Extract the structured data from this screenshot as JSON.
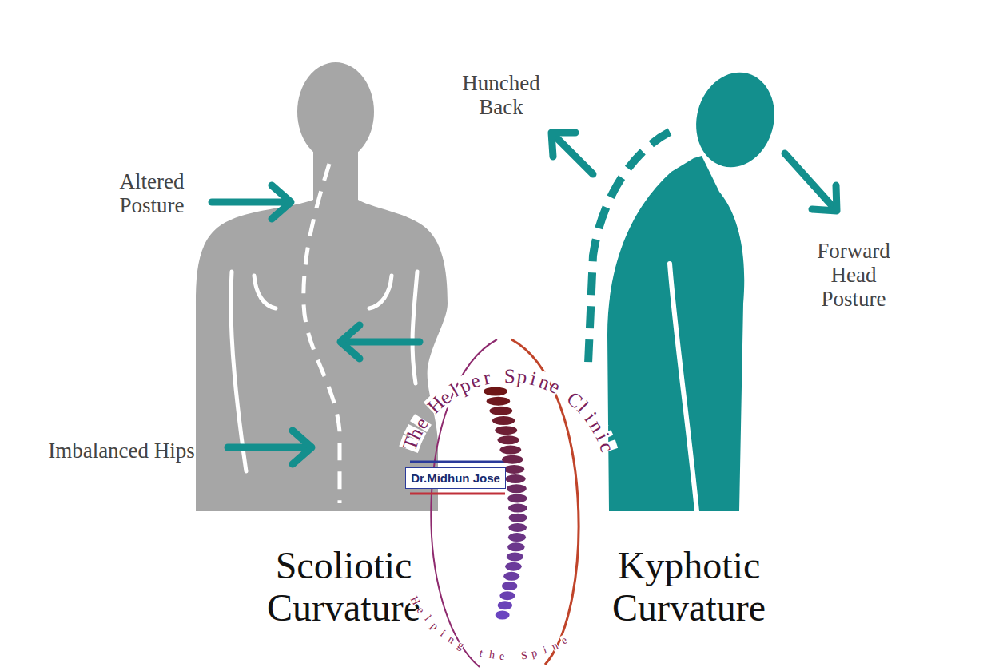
{
  "diagram": {
    "nodes": [
      {
        "text": [
          "Dr.Midhun Jose"
        ]
      }
    ],
    "labels": [
      "Hunched Back",
      "Altered Posture",
      "Forward Head Posture",
      "Imbalanced Hips",
      "Scoliotic Curvature",
      "Kyphotic Curvature",
      "The Helper Spine Clinic",
      "Helping the Spine"
    ]
  }
}
